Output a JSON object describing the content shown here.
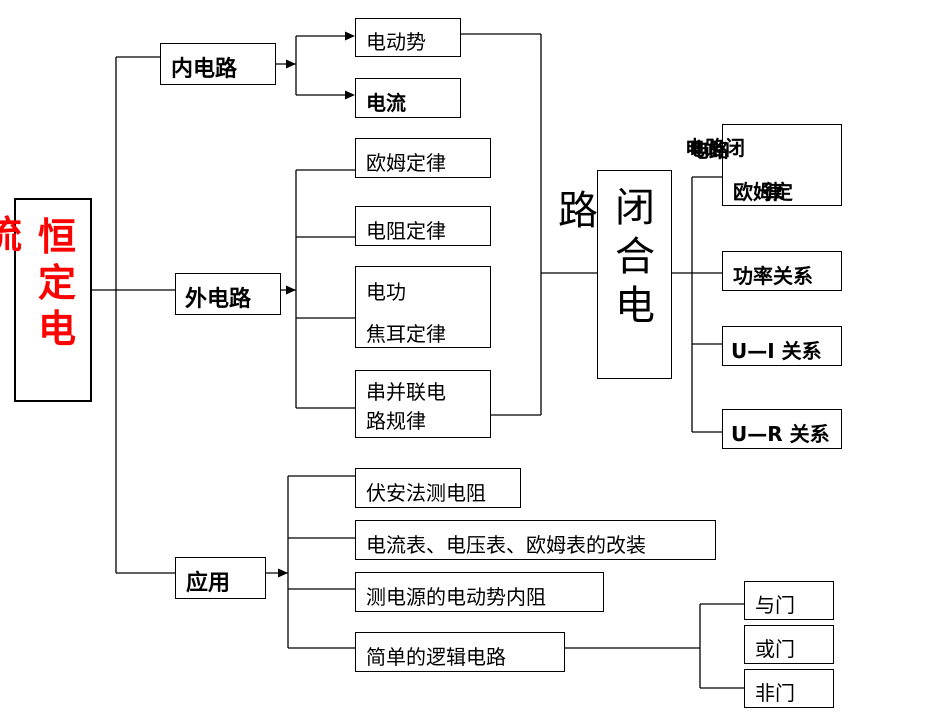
{
  "root": {
    "line1": "恒",
    "line2": "定",
    "line3": "电",
    "clipped": "流"
  },
  "branches": {
    "inner": "内电路",
    "outer": "外电路",
    "apply": "应用"
  },
  "inner_items": {
    "emf": "电动势",
    "current": "电流"
  },
  "outer_items": {
    "ohm": "欧姆定律",
    "resistance": "电阻定律",
    "power_line1": "电功",
    "power_line2": "焦耳定律",
    "series_line1": "串并联电",
    "series_line2": "路规律"
  },
  "closed_circuit": {
    "line1": "闭",
    "line2": "合",
    "line3": "电",
    "side": "路"
  },
  "closed_items": {
    "ohm_line1": "电路闭",
    "ohm_line1_overlay": "电路",
    "ohm_line2": "欧姆定",
    "ohm_line2_overlay": "律",
    "power": "功率关系",
    "ui": "U—I 关系",
    "ur": "U—R 关系"
  },
  "apply_items": {
    "voltammeter": "伏安法测电阻",
    "meters": "电流表、电压表、欧姆表的改装",
    "emf_r": "测电源的电动势内阻",
    "logic": "简单的逻辑电路"
  },
  "logic_gates": {
    "and": "与门",
    "or": "或门",
    "not": "非门"
  }
}
